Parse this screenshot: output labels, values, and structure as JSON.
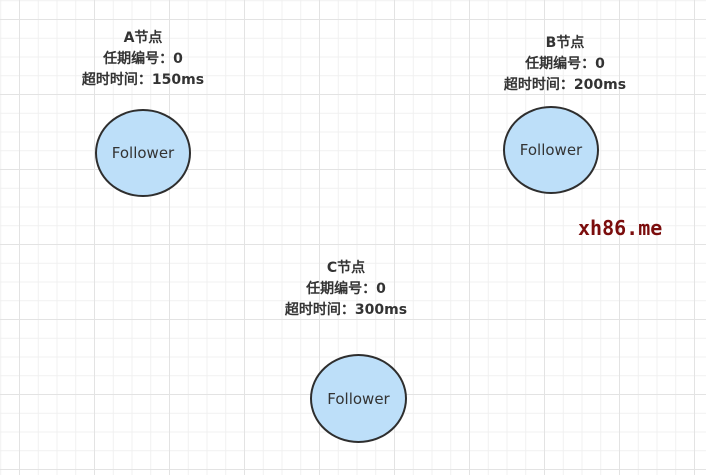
{
  "nodes": [
    {
      "name": "A节点",
      "term": "任期编号：0",
      "timeout": "超时时间：150ms",
      "state": "Follower"
    },
    {
      "name": "B节点",
      "term": "任期编号：0",
      "timeout": "超时时间：200ms",
      "state": "Follower"
    },
    {
      "name": "C节点",
      "term": "任期编号：0",
      "timeout": "超时时间：300ms",
      "state": "Follower"
    }
  ],
  "watermark": "xh86.me",
  "colors": {
    "node_fill": "#bddff9",
    "node_stroke": "#2e2e2e",
    "watermark": "#7b0d0d"
  }
}
